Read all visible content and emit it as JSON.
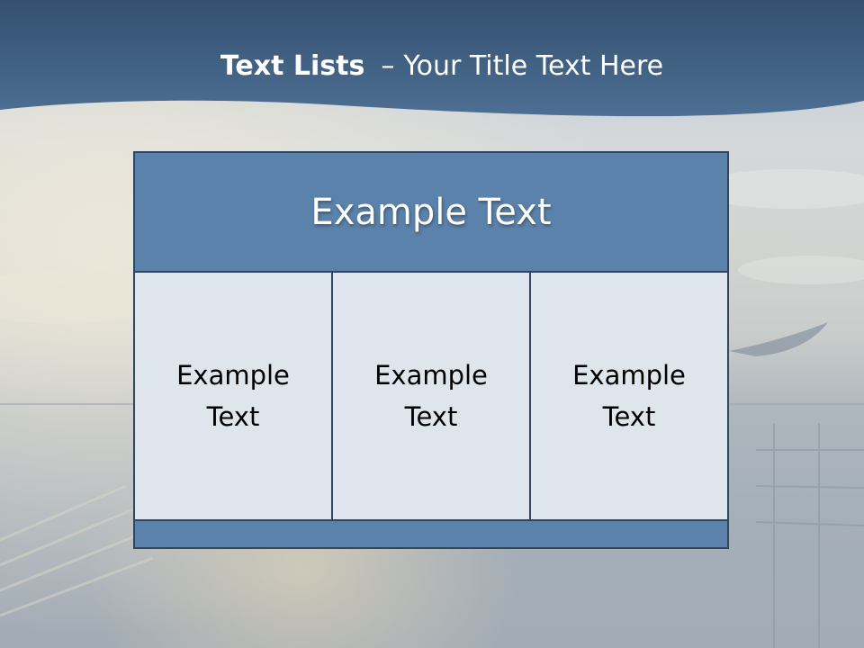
{
  "slide": {
    "title_bold": "Text Lists",
    "title_separator": "–",
    "title_rest": "Your Title Text Here"
  },
  "table": {
    "header": "Example Text",
    "columns": [
      {
        "text": "Example Text"
      },
      {
        "text": "Example Text"
      },
      {
        "text": "Example Text"
      }
    ]
  },
  "colors": {
    "banner": "#3e5d80",
    "header_fill": "#5b82aa",
    "cell_fill": "#dfe5ed",
    "border": "#2f4660",
    "title_text": "#ffffff"
  }
}
